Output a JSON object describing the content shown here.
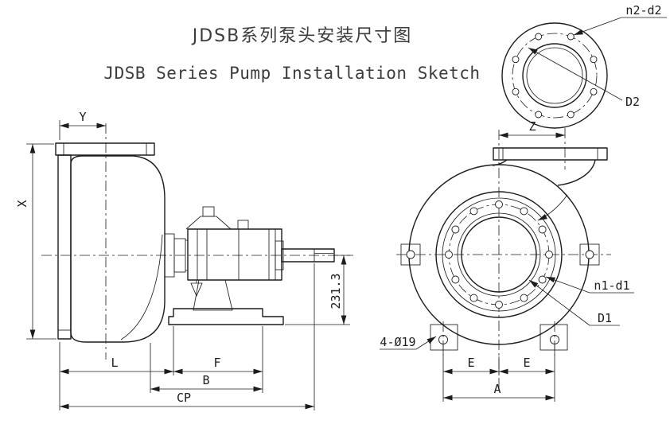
{
  "titles": {
    "chinese": "JDSB系列泵头安装尺寸图",
    "english": "JDSB Series Pump Installation Sketch"
  },
  "side_view": {
    "dim_y": "Y",
    "dim_x": "X",
    "dim_shaft_height": "231.3",
    "dim_l": "L",
    "dim_f": "F",
    "dim_b": "B",
    "dim_cp": "CP"
  },
  "front_view": {
    "dim_z": "Z",
    "label_bolt_holes": "n1-d1",
    "label_bolt_circle": "D1",
    "label_foot_holes": "4-Ø19",
    "dim_e_left": "E",
    "dim_e_right": "E",
    "dim_a": "A"
  },
  "flange_view": {
    "label_bolt_holes": "n2-d2",
    "label_bolt_circle": "D2"
  },
  "colors": {
    "line": "#1c1c1c",
    "title_text": "#3c3c3c",
    "background": "#ffffff"
  }
}
